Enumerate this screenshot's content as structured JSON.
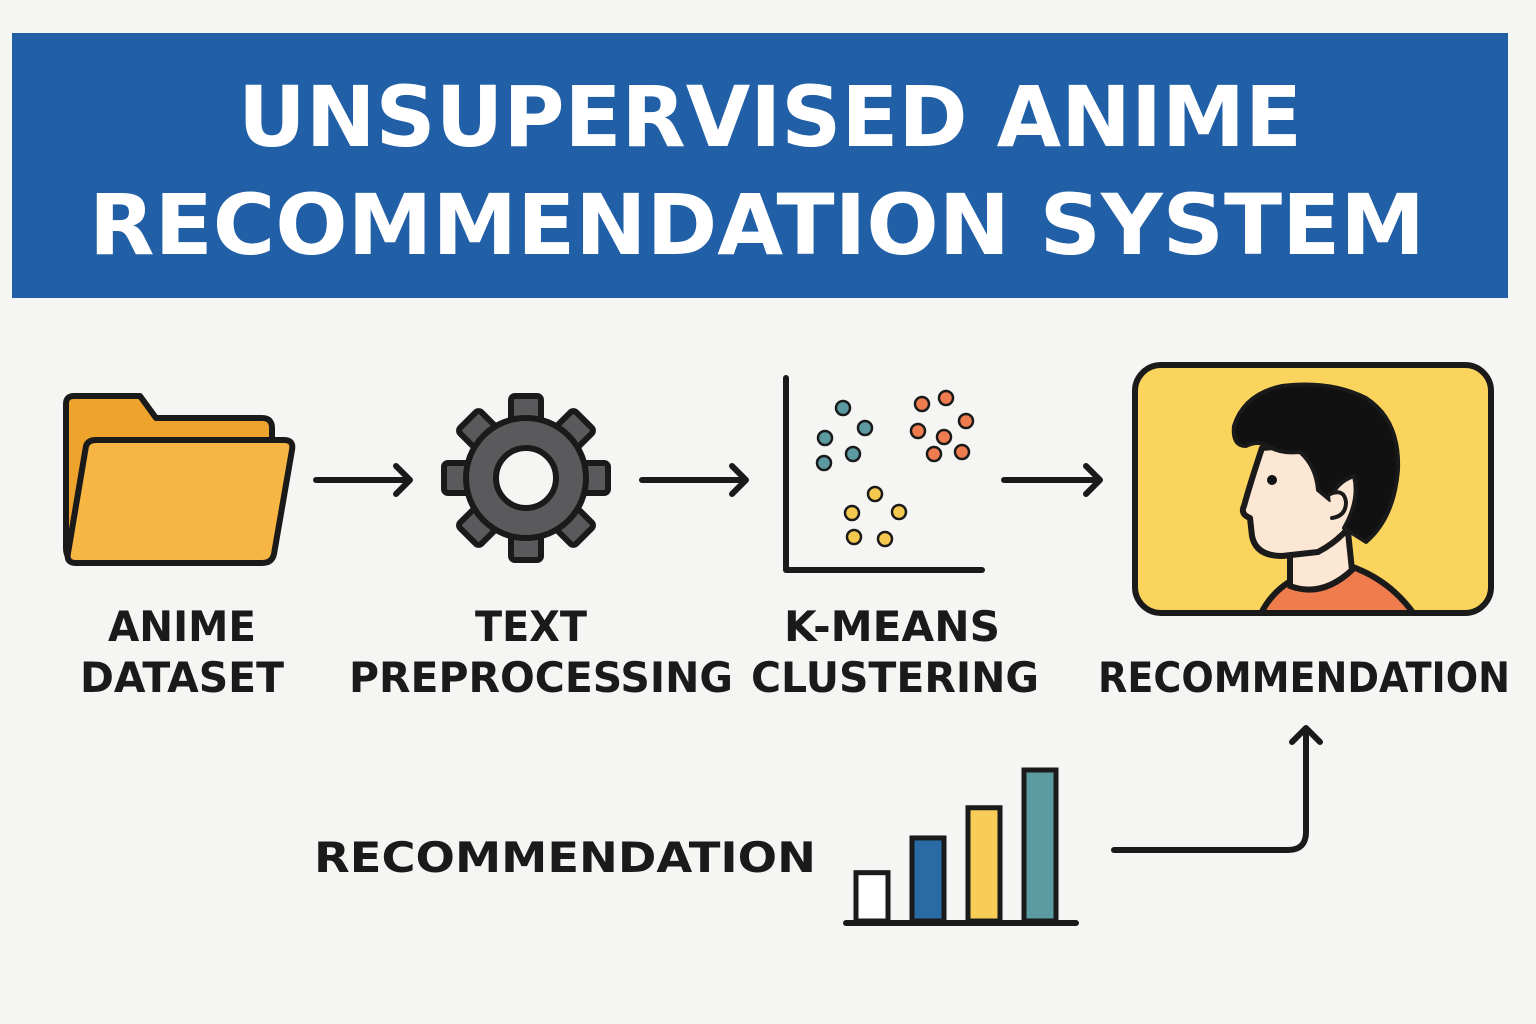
{
  "title": {
    "line1": "UNSUPERVISED ANIME",
    "line2": "RECOMMENDATION SYSTEM"
  },
  "steps": [
    {
      "icon": "folder-icon",
      "label_line1": "ANIME",
      "label_line2": "DATASET"
    },
    {
      "icon": "gear-icon",
      "label_line1": "TEXT",
      "label_line2": "PREPROCESSING"
    },
    {
      "icon": "scatter-clusters-icon",
      "label_line1": "K-MEANS",
      "label_line2": "CLUSTERING"
    },
    {
      "icon": "user-portrait-icon",
      "label_line1": "",
      "label_line2": "RECOMMENDATION"
    }
  ],
  "bottom": {
    "label": "RECOMMENDATION",
    "icon": "bar-chart-icon",
    "bar_levels": [
      0.32,
      0.55,
      0.75,
      1.0
    ],
    "bar_colors": [
      "#ffffff",
      "#2a6aa5",
      "#f7cd57",
      "#5a9aa0"
    ]
  },
  "colors": {
    "title_bar": "#215fa7",
    "folder": "#f7b543",
    "folder_back": "#eea42c",
    "gear": "#5a5a5c",
    "portrait_bg": "#fad45c",
    "shirt": "#ee7c4d",
    "skin": "#fce6d4",
    "cluster_teal": "#5a9aa0",
    "cluster_orange": "#ef7c4f",
    "cluster_yellow": "#f5c94f"
  }
}
